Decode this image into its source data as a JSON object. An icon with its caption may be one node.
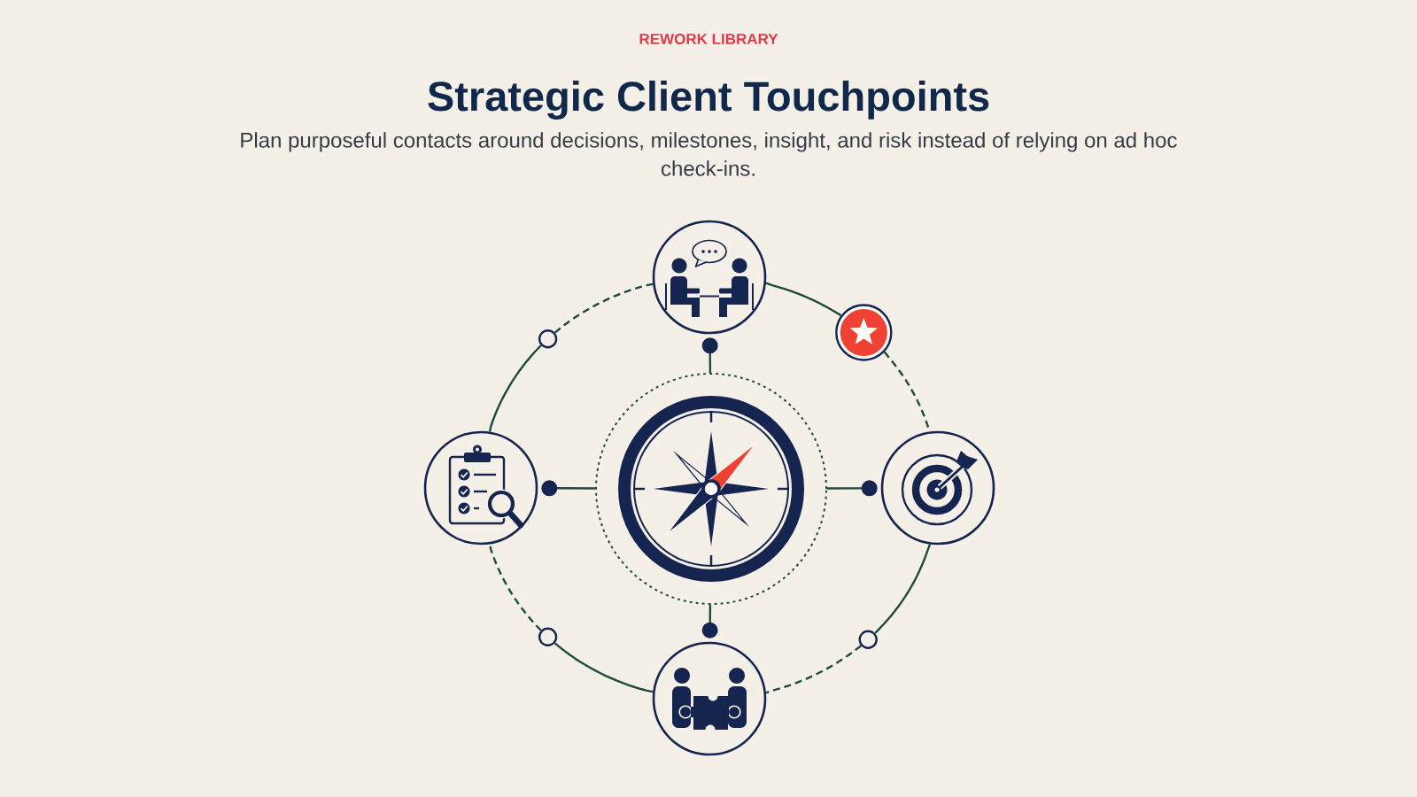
{
  "diagram": {
    "title": "Strategic Client Touchpoints",
    "nodes": [
      {
        "text": [],
        "shape": "circle"
      },
      {
        "text": [],
        "shape": "circle"
      },
      {
        "text": [],
        "shape": "circle"
      },
      {
        "text": [],
        "shape": "circle"
      },
      {
        "text": [],
        "shape": "circle"
      },
      {
        "text": [],
        "shape": "circle"
      },
      {
        "text": [],
        "shape": "circle"
      },
      {
        "text": [],
        "shape": "circle"
      },
      {
        "text": [],
        "shape": "circle"
      }
    ],
    "edges": [
      {
        "from": 0,
        "to": 2,
        "arrow": "none"
      },
      {
        "from": 2,
        "to": 5,
        "arrow": "none",
        "style": "dashed"
      },
      {
        "from": 5,
        "to": 7,
        "arrow": "none"
      },
      {
        "from": 7,
        "to": 8,
        "arrow": "none",
        "style": "dashed"
      },
      {
        "from": 8,
        "to": 6,
        "arrow": "none"
      },
      {
        "from": 6,
        "to": 3,
        "arrow": "none",
        "style": "dashed"
      },
      {
        "from": 3,
        "to": 1,
        "arrow": "none"
      },
      {
        "from": 1,
        "to": 0,
        "arrow": "none",
        "style": "dashed"
      },
      {
        "from": 4,
        "to": 0,
        "arrow": "other"
      },
      {
        "from": 4,
        "to": 5,
        "arrow": "other"
      },
      {
        "from": 4,
        "to": 8,
        "arrow": "other"
      },
      {
        "from": 4,
        "to": 3,
        "arrow": "other"
      }
    ],
    "labels": [
      "REWORK LIBRARY",
      "Plan purposeful contacts around decisions, milestones, insight, and risk instead of relying on ad hoc check-ins."
    ]
  }
}
